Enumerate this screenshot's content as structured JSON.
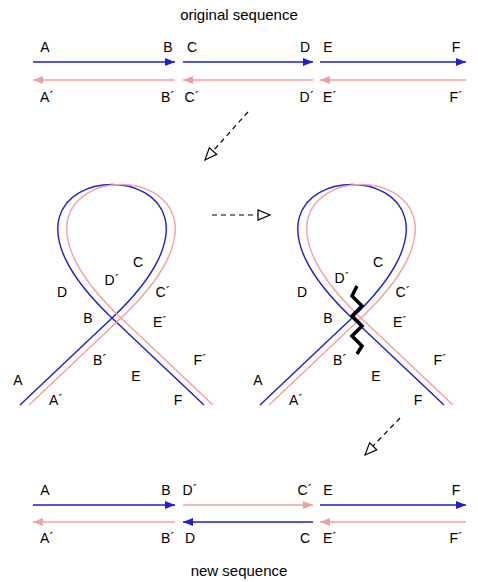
{
  "diagram": {
    "title": "original sequence",
    "caption": "new sequence",
    "labels": [
      "A",
      "B",
      "C",
      "D",
      "E",
      "F",
      "A´",
      "B´",
      "C´",
      "D´",
      "E´",
      "F´",
      "C",
      "D´",
      "D",
      "C´",
      "B",
      "E´",
      "B´",
      "F´",
      "E",
      "A",
      "F",
      "A´",
      "C",
      "D´",
      "D",
      "C´",
      "B",
      "E´",
      "B´",
      "F´",
      "E",
      "A",
      "F",
      "A´",
      "A",
      "B",
      "D´",
      "C´",
      "E",
      "F",
      "A´",
      "B´",
      "D",
      "C",
      "E´",
      "F´"
    ]
  }
}
